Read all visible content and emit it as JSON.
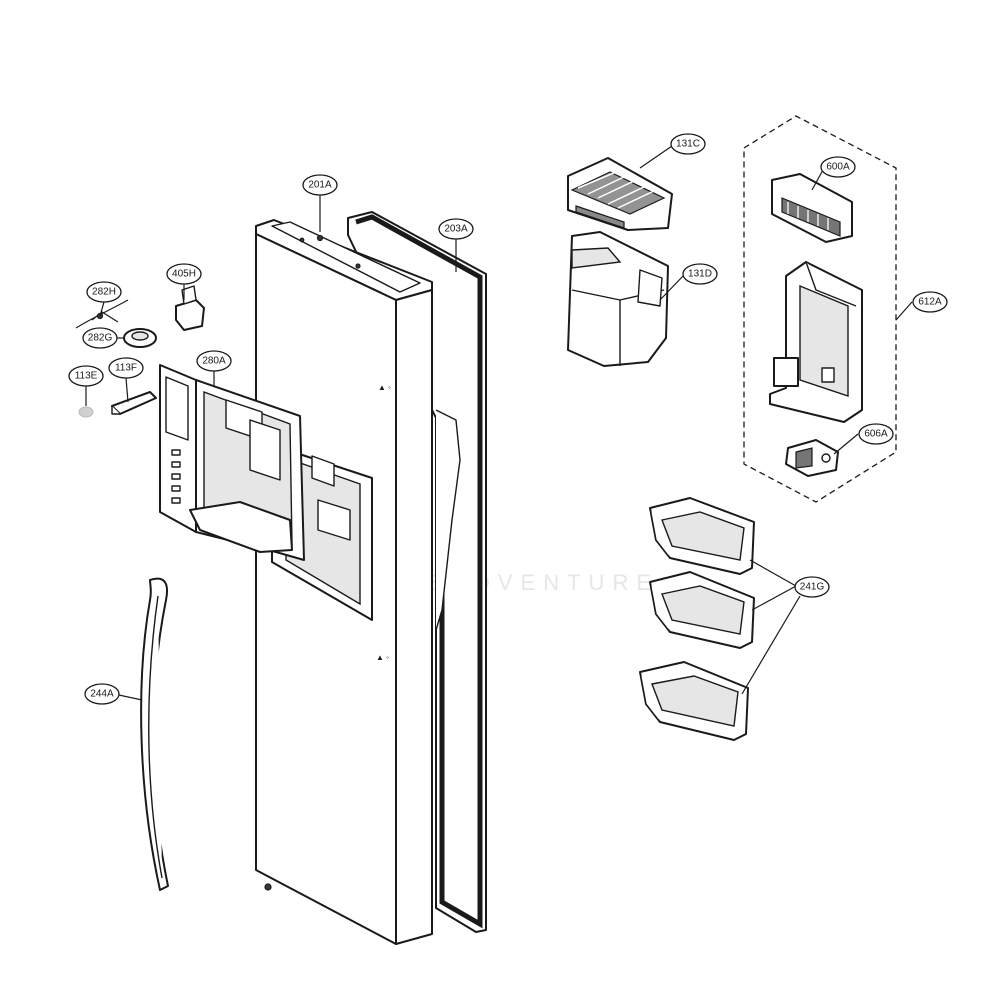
{
  "callouts": {
    "c201A": "201A",
    "c203A": "203A",
    "c282H": "282H",
    "c405H": "405H",
    "c282G": "282G",
    "c280A": "280A",
    "c113E": "113E",
    "c113F": "113F",
    "c244A": "244A",
    "c131C": "131C",
    "c131D": "131D",
    "c600A": "600A",
    "c612A": "612A",
    "c606A": "606A",
    "c241G": "241G"
  },
  "watermark": "PARTSADVENTURE",
  "icons": {
    "door_panel": "refrigerator-door-panel",
    "gasket": "door-gasket",
    "dispenser": "ice-water-dispenser",
    "ice_bin": "ice-bin",
    "ice_maker": "ice-maker-assembly",
    "door_bin": "door-shelf-bin",
    "handle": "door-handle"
  }
}
